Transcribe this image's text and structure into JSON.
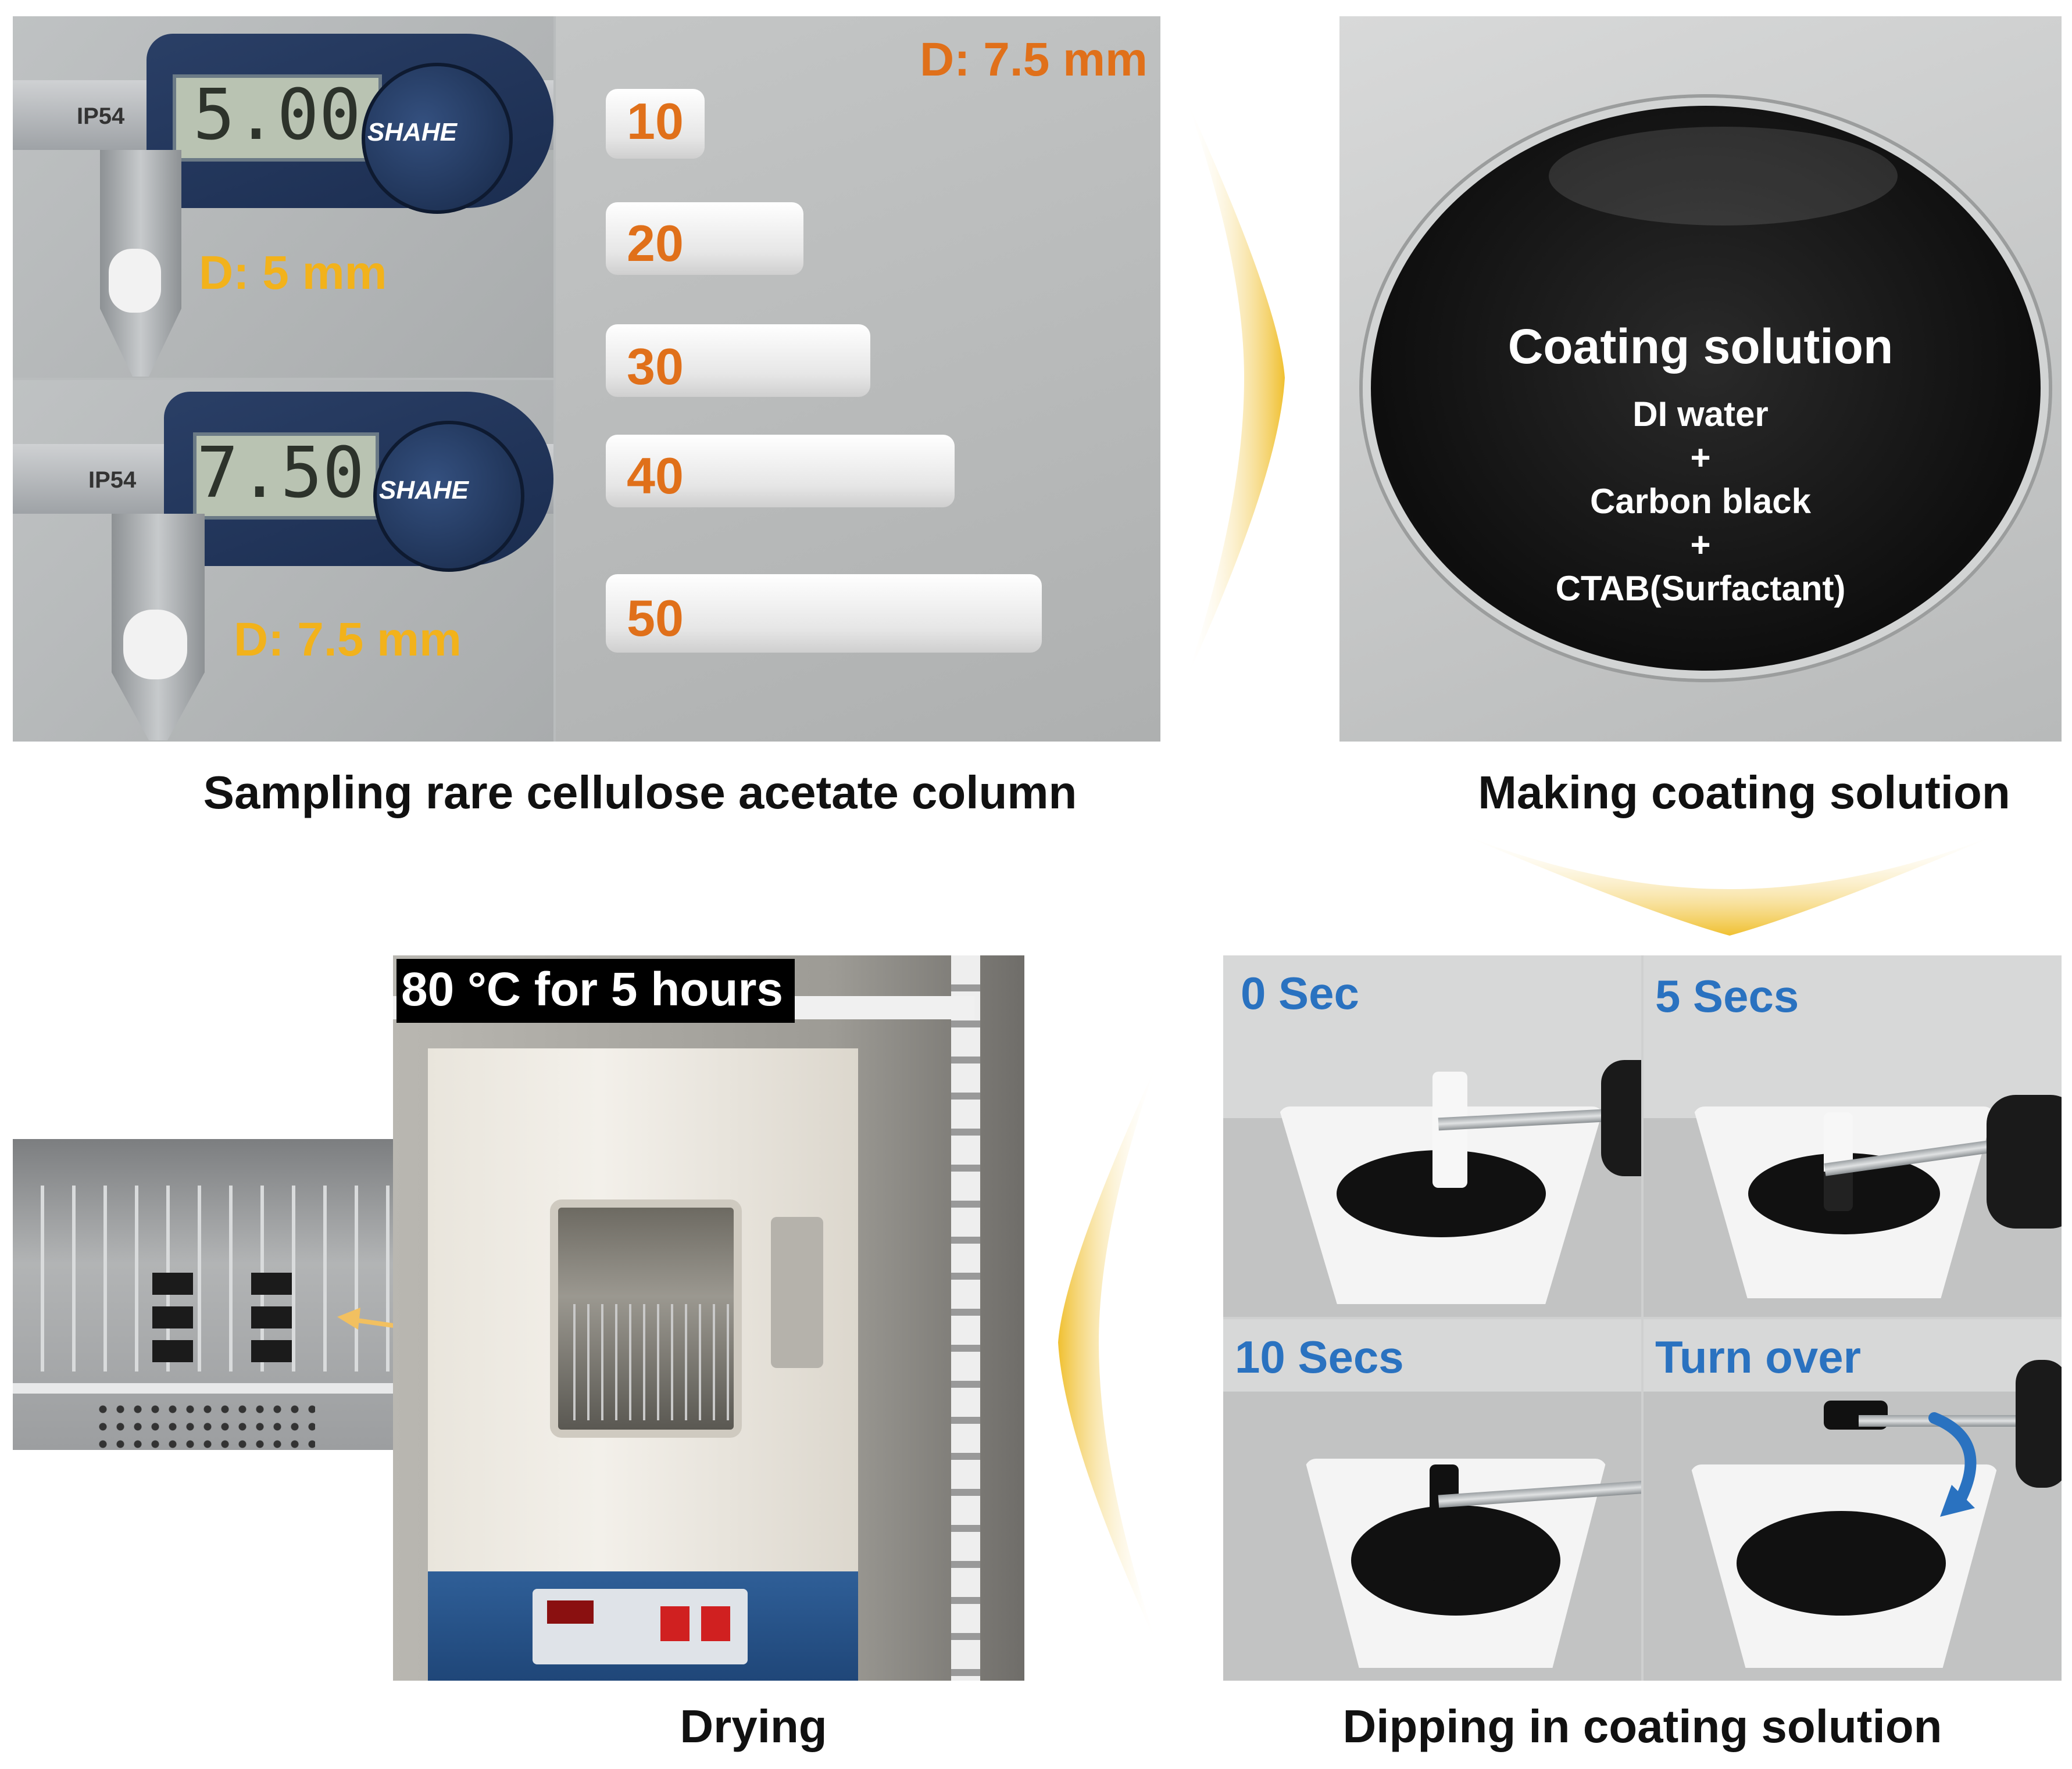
{
  "panels": {
    "sampling": {
      "caption": "Sampling rare cellulose acetate column",
      "caliper_top_label": "D: 5 mm",
      "caliper_bottom_label": "D: 7.5 mm",
      "caliper_top_reading": "5.00",
      "caliper_bottom_reading": "7.50",
      "caliper_brand": "SHAHE",
      "caliper_ip_rating": "IP54",
      "diameter_label": "D: 7.5 mm",
      "samples": [
        "10",
        "20",
        "30",
        "40",
        "50"
      ]
    },
    "coating": {
      "caption": "Making coating solution",
      "title": "Coating solution",
      "ingredients": [
        "DI water",
        "+",
        "Carbon black",
        "+",
        "CTAB(Surfactant)"
      ]
    },
    "dipping": {
      "caption": "Dipping in coating solution",
      "steps": [
        "0 Sec",
        "5 Secs",
        "10 Secs",
        "Turn over"
      ]
    },
    "drying": {
      "caption": "Drying",
      "condition": "80 °C for 5 hours"
    }
  },
  "colors": {
    "accent_orange": "#e0701a",
    "accent_yellow": "#f2b21b",
    "accent_blue": "#2a72c0",
    "arrow_gold": "#f0c030"
  }
}
